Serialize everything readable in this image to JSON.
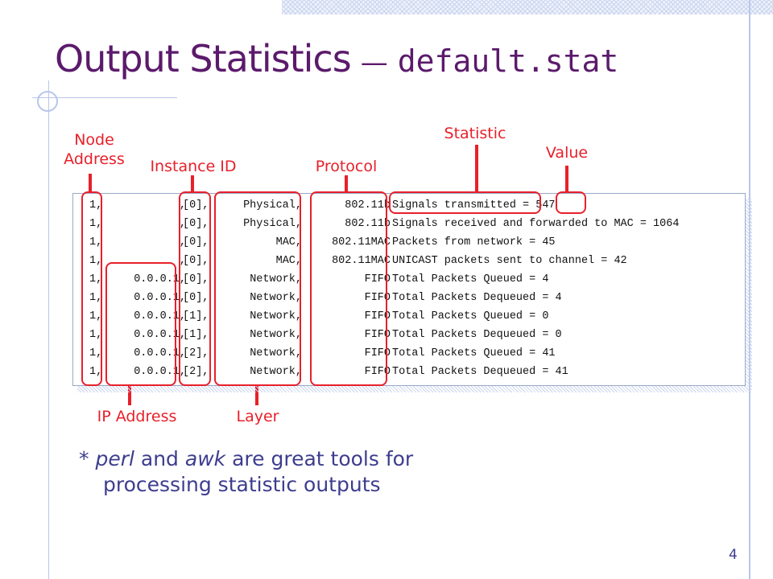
{
  "title": {
    "main": "Output Statistics",
    "dash": "—",
    "code": "default.stat"
  },
  "labels": {
    "node_address": "Node\nAddress",
    "instance_id": "Instance ID",
    "protocol": "Protocol",
    "statistic": "Statistic",
    "value": "Value",
    "ip_address": "IP Address",
    "layer": "Layer"
  },
  "rows": [
    {
      "node": "1,",
      "ip": ",",
      "inst": "[0],",
      "layer": "Physical,",
      "proto": "802.11b",
      "stat": "Signals transmitted = 547"
    },
    {
      "node": "1,",
      "ip": ",",
      "inst": "[0],",
      "layer": "Physical,",
      "proto": "802.11b",
      "stat": "Signals received and forwarded to MAC = 1064"
    },
    {
      "node": "1,",
      "ip": ",",
      "inst": "[0],",
      "layer": "MAC,",
      "proto": "802.11MAC",
      "stat": "Packets from network = 45"
    },
    {
      "node": "1,",
      "ip": ",",
      "inst": "[0],",
      "layer": "MAC,",
      "proto": "802.11MAC",
      "stat": "UNICAST packets sent to channel = 42"
    },
    {
      "node": "1,",
      "ip": "0.0.0.1,",
      "inst": "[0],",
      "layer": "Network,",
      "proto": "FIFO",
      "stat": "Total Packets Queued = 4"
    },
    {
      "node": "1,",
      "ip": "0.0.0.1,",
      "inst": "[0],",
      "layer": "Network,",
      "proto": "FIFO",
      "stat": "Total Packets Dequeued = 4"
    },
    {
      "node": "1,",
      "ip": "0.0.0.1,",
      "inst": "[1],",
      "layer": "Network,",
      "proto": "FIFO",
      "stat": "Total Packets Queued = 0"
    },
    {
      "node": "1,",
      "ip": "0.0.0.1,",
      "inst": "[1],",
      "layer": "Network,",
      "proto": "FIFO",
      "stat": "Total Packets Dequeued = 0"
    },
    {
      "node": "1,",
      "ip": "0.0.0.1,",
      "inst": "[2],",
      "layer": "Network,",
      "proto": "FIFO",
      "stat": "Total Packets Queued = 41"
    },
    {
      "node": "1,",
      "ip": "0.0.0.1,",
      "inst": "[2],",
      "layer": "Network,",
      "proto": "FIFO",
      "stat": "Total Packets Dequeued = 41"
    }
  ],
  "note": {
    "star": "*",
    "tool1": "perl",
    "and": "and",
    "tool2": "awk",
    "line1_rest": "are great tools for",
    "line2": "processing statistic outputs"
  },
  "page_number": "4",
  "colors": {
    "title": "#5b1a6b",
    "annotation": "#e8202a",
    "note": "#3d3d8f"
  }
}
